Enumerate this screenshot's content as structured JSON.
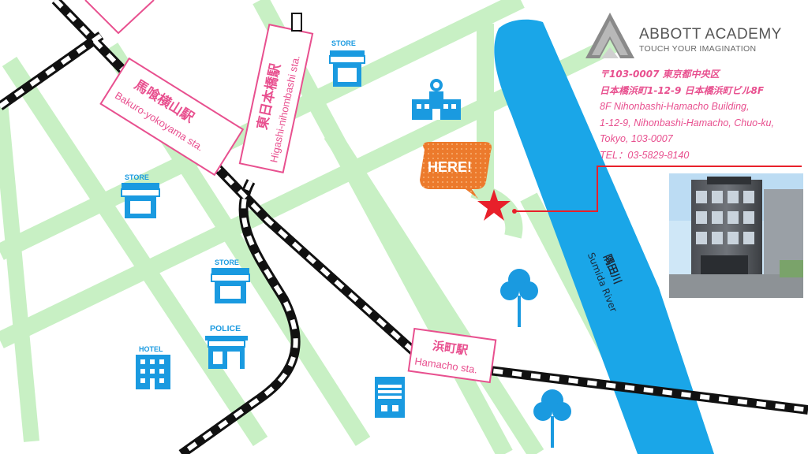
{
  "logo": {
    "name": "ABBOTT ACADEMY",
    "tagline": "TOUCH YOUR IMAGINATION",
    "mark_color": "#8a8a8a"
  },
  "address": {
    "jp_line1": "〒103-0007 東京都中央区",
    "jp_line2": "日本橋浜町1-12-9 日本橋浜町ビル8F",
    "en_line1": "8F Nihonbashi-Hamacho Building,",
    "en_line2": "1-12-9, Nihonbashi-Hamacho, Chuo-ku,",
    "en_line3": "Tokyo, 103-0007",
    "tel": "TEL：03-5829-8140"
  },
  "stations": {
    "bakuro": {
      "jp": "馬喰横山駅",
      "en": "Bakuro-yokoyama sta."
    },
    "higashi": {
      "jp": "東日本橋駅",
      "en": "Higashi-nihombashi sta."
    },
    "hamacho": {
      "jp": "浜町駅",
      "en": "Hamacho sta."
    }
  },
  "callout": {
    "text": "HERE!",
    "color": "#ec7a2c"
  },
  "river": {
    "jp": "隅田川",
    "en": "Sumida River",
    "color": "#1aa6e8"
  },
  "icons": {
    "store_label": "STORE",
    "police_label": "POLICE",
    "hotel_label": "HOTEL"
  },
  "colors": {
    "road": "#c8f0c4",
    "accent_pink": "#e8508f",
    "icon_blue": "#1a9ae0",
    "marker_red": "#e8202a",
    "rail_dark": "#111111"
  }
}
